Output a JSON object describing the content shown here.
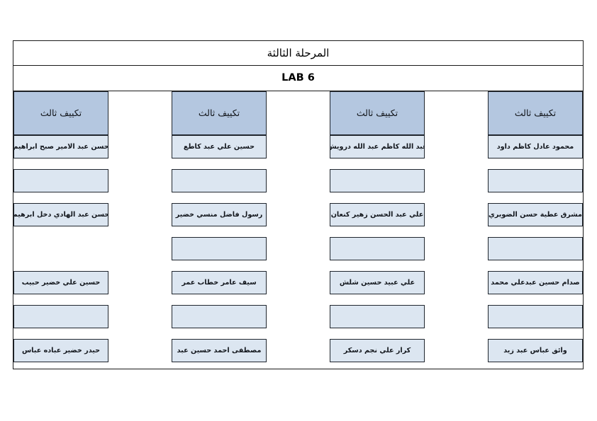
{
  "document": {
    "title": "المرحلة الثالثة",
    "subtitle": "LAB 6"
  },
  "colors": {
    "header_fill": "#b4c7e0",
    "cell_fill": "#dce6f1",
    "border": "#20262e",
    "frame": "#1a1a1a",
    "page_background": "#ffffff",
    "text": "#12161c"
  },
  "columns": [
    {
      "header": "تكييف ثالث",
      "cells": [
        {
          "name": "محمود عادل كاظم داود",
          "empty": false,
          "present": true
        },
        {
          "name": "",
          "empty": true,
          "present": true
        },
        {
          "name": "مشرق عطية حسن الضويري",
          "empty": false,
          "present": true
        },
        {
          "name": "",
          "empty": true,
          "present": true
        },
        {
          "name": "صدام حسين عبدعلي محمد",
          "empty": false,
          "present": true
        },
        {
          "name": "",
          "empty": true,
          "present": true
        },
        {
          "name": "وائق عباس عبد زيد",
          "empty": false,
          "present": true
        }
      ]
    },
    {
      "header": "تكييف ثالث",
      "cells": [
        {
          "name": "عبد الله كاظم عبد الله درويش",
          "empty": false,
          "present": true
        },
        {
          "name": "",
          "empty": true,
          "present": true
        },
        {
          "name": "علي عبد الحسن زهير كنعان",
          "empty": false,
          "present": true
        },
        {
          "name": "",
          "empty": true,
          "present": true
        },
        {
          "name": "علي عبيد حسين شلش",
          "empty": false,
          "present": true
        },
        {
          "name": "",
          "empty": true,
          "present": true
        },
        {
          "name": "كرار علي نجم دسكر",
          "empty": false,
          "present": true
        }
      ]
    },
    {
      "header": "تكييف ثالث",
      "cells": [
        {
          "name": "حسين علي عبد كاطع",
          "empty": false,
          "present": true
        },
        {
          "name": "",
          "empty": true,
          "present": true
        },
        {
          "name": "رسول فاضل منسي خضير",
          "empty": false,
          "present": true
        },
        {
          "name": "",
          "empty": true,
          "present": true
        },
        {
          "name": "سيف عامر خطاب عمر",
          "empty": false,
          "present": true
        },
        {
          "name": "",
          "empty": true,
          "present": true
        },
        {
          "name": "مصطفى احمد حسين عبد",
          "empty": false,
          "present": true
        }
      ]
    },
    {
      "header": "تكييف ثالث",
      "cells": [
        {
          "name": "حسن عبد الامير صبح ابراهيم",
          "empty": false,
          "present": true
        },
        {
          "name": "",
          "empty": true,
          "present": true
        },
        {
          "name": "حسن عبد الهادي دخل ابرهيم",
          "empty": false,
          "present": true
        },
        {
          "name": "",
          "empty": true,
          "present": false
        },
        {
          "name": "حسين علي خضير حبيب",
          "empty": false,
          "present": true
        },
        {
          "name": "",
          "empty": true,
          "present": true
        },
        {
          "name": "حيدر خضير عباده عباس",
          "empty": false,
          "present": true
        }
      ]
    }
  ]
}
